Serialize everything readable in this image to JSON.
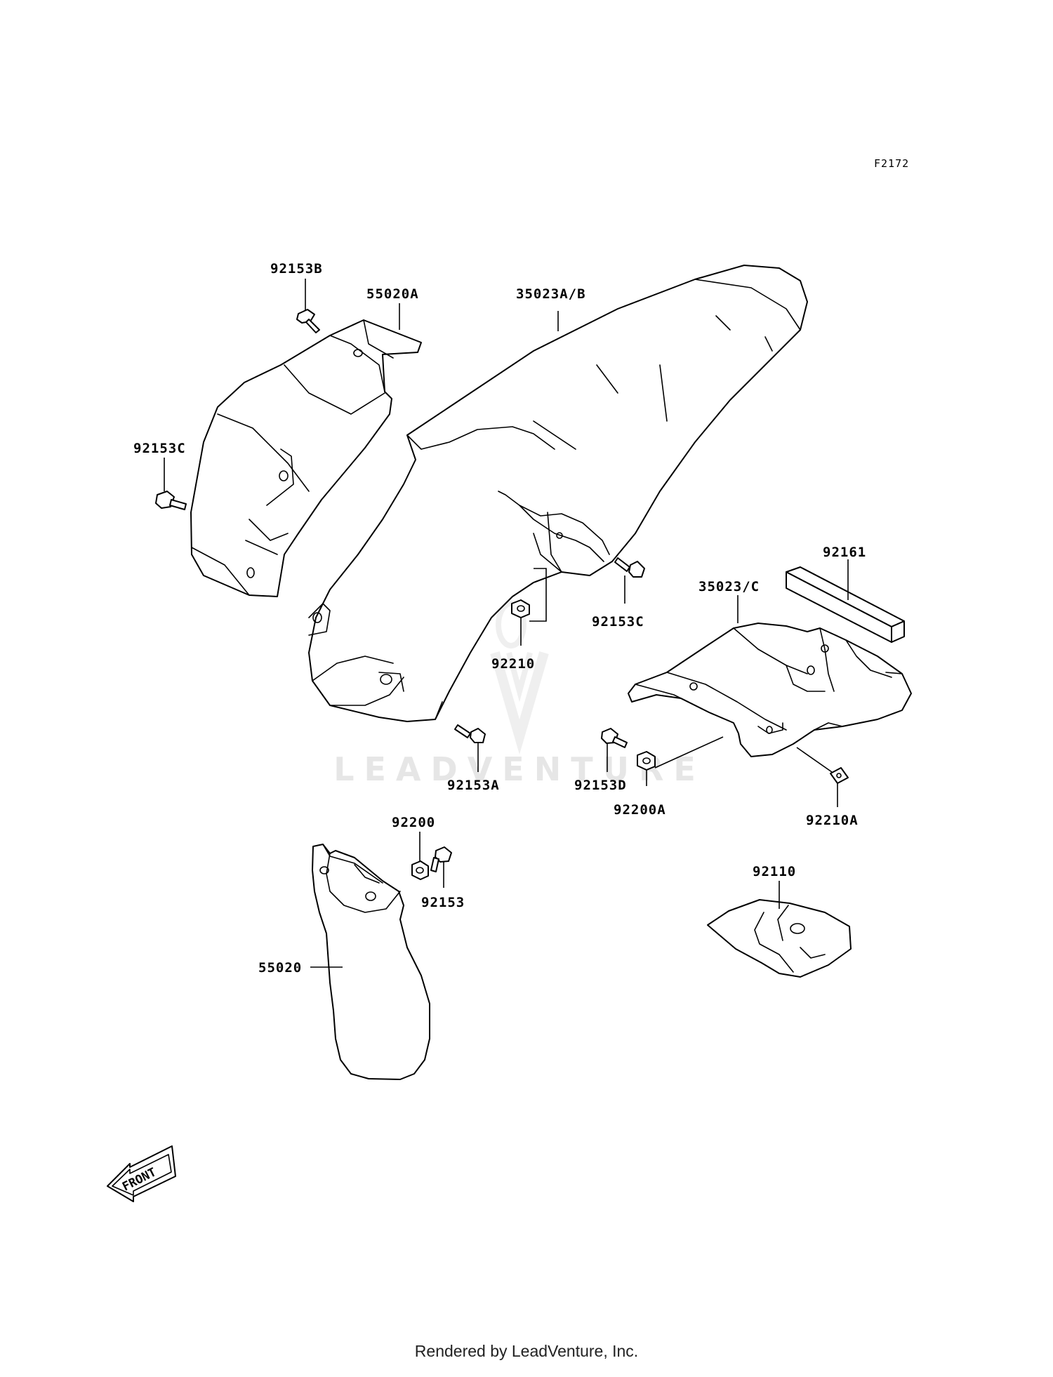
{
  "figure_code": "F2172",
  "watermark": "LEADVENTURE",
  "footer": "Rendered by LeadVenture, Inc.",
  "front_arrow": "FRONT",
  "callouts": {
    "c92153B": "92153B",
    "c55020A": "55020A",
    "c35023AB": "35023A/B",
    "c92153C_left": "92153C",
    "c92161": "92161",
    "c35023C": "35023/C",
    "c92153C_mid": "92153C",
    "c92210": "92210",
    "c92153A": "92153A",
    "c92153D": "92153D",
    "c92200A": "92200A",
    "c92210A": "92210A",
    "c92200": "92200",
    "c92153": "92153",
    "c92110": "92110",
    "c55020": "55020"
  }
}
